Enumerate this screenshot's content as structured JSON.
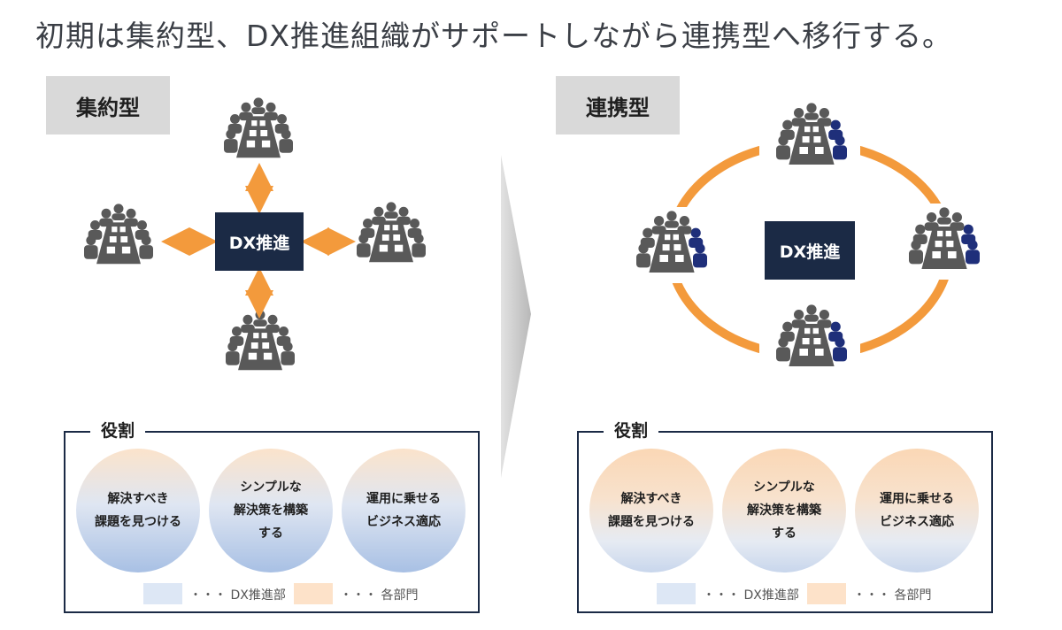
{
  "title": "初期は集約型、DX推進組織がサポートしながら連携型へ移行する。",
  "left": {
    "label": "集約型",
    "center": "DX推進",
    "roles": {
      "title": "役割",
      "items": [
        "解決すべき\n課題を見つける",
        "シンプルな\n解決策を構築\nする",
        "運用に乗せる\nビジネス適応"
      ]
    },
    "legend": {
      "blue": "・・・ DX推進部",
      "orange": "・・・ 各部門"
    }
  },
  "right": {
    "label": "連携型",
    "center": "DX推進",
    "roles": {
      "title": "役割",
      "items": [
        "解決すべき\n課題を見つける",
        "シンプルな\n解決策を構築\nする",
        "運用に乗せる\nビジネス適応"
      ]
    },
    "legend": {
      "blue": "・・・ DX推進部",
      "orange": "・・・ 各部門"
    }
  },
  "colors": {
    "navy": "#1b2a45",
    "orange": "#f39a3c",
    "gray_people": "#595959",
    "blue_member": "#1f2f7a"
  },
  "icons": {
    "meeting_group": "meeting-table-group-icon",
    "arrow": "double-arrow-icon",
    "transition": "chevron-arrow-icon"
  }
}
